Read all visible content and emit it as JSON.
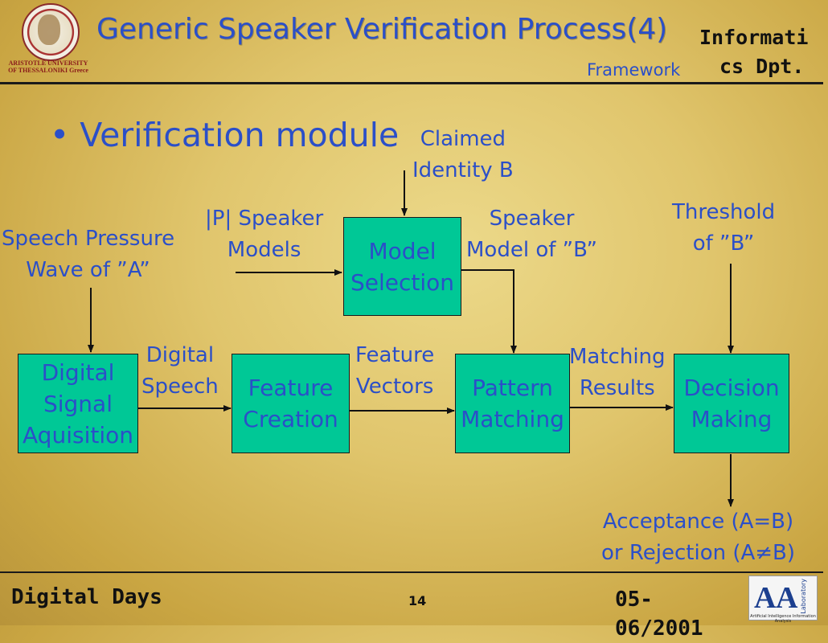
{
  "header": {
    "title": "Generic Speaker Verification Process(4)",
    "subtitle": "Framework",
    "dept_line1": "Informati",
    "dept_line2": "cs Dpt.",
    "university": "ARISTOTLE UNIVERSITY OF THESSALONIKI Greece"
  },
  "bullet": "Verification module",
  "labels": {
    "claimed_identity": [
      "Claimed",
      "Identity B"
    ],
    "speaker_models": [
      "|P| Speaker",
      "Models"
    ],
    "speech_pressure": [
      "Speech Pressure",
      "Wave of ”A”"
    ],
    "speaker_model_b": [
      "Speaker",
      "Model of ”B”"
    ],
    "threshold": [
      "Threshold",
      "of ”B”"
    ],
    "digital_speech": [
      "Digital",
      "Speech"
    ],
    "feature_vectors": [
      "Feature",
      "Vectors"
    ],
    "matching_results": [
      "Matching",
      "Results"
    ],
    "output": [
      "Acceptance (A=B)",
      "or Rejection (A≠B)"
    ]
  },
  "boxes": {
    "model_selection": [
      "Model",
      "Selection"
    ],
    "digital_signal": [
      "Digital",
      "Signal",
      "Aquisition"
    ],
    "feature_creation": [
      "Feature",
      "Creation"
    ],
    "pattern_matching": [
      "Pattern",
      "Matching"
    ],
    "decision_making": [
      "Decision",
      "Making"
    ]
  },
  "footer": {
    "left": "Digital Days",
    "page": "14",
    "date_line1": "05-",
    "date_line2": "06/2001",
    "lab_name": "Laboratory",
    "lab_sub": "Artificial Intelligence Information Analysis",
    "lab_letters": "AIIA"
  },
  "colors": {
    "box_fill": "#00c896",
    "text_blue": "#2b4fc8"
  }
}
